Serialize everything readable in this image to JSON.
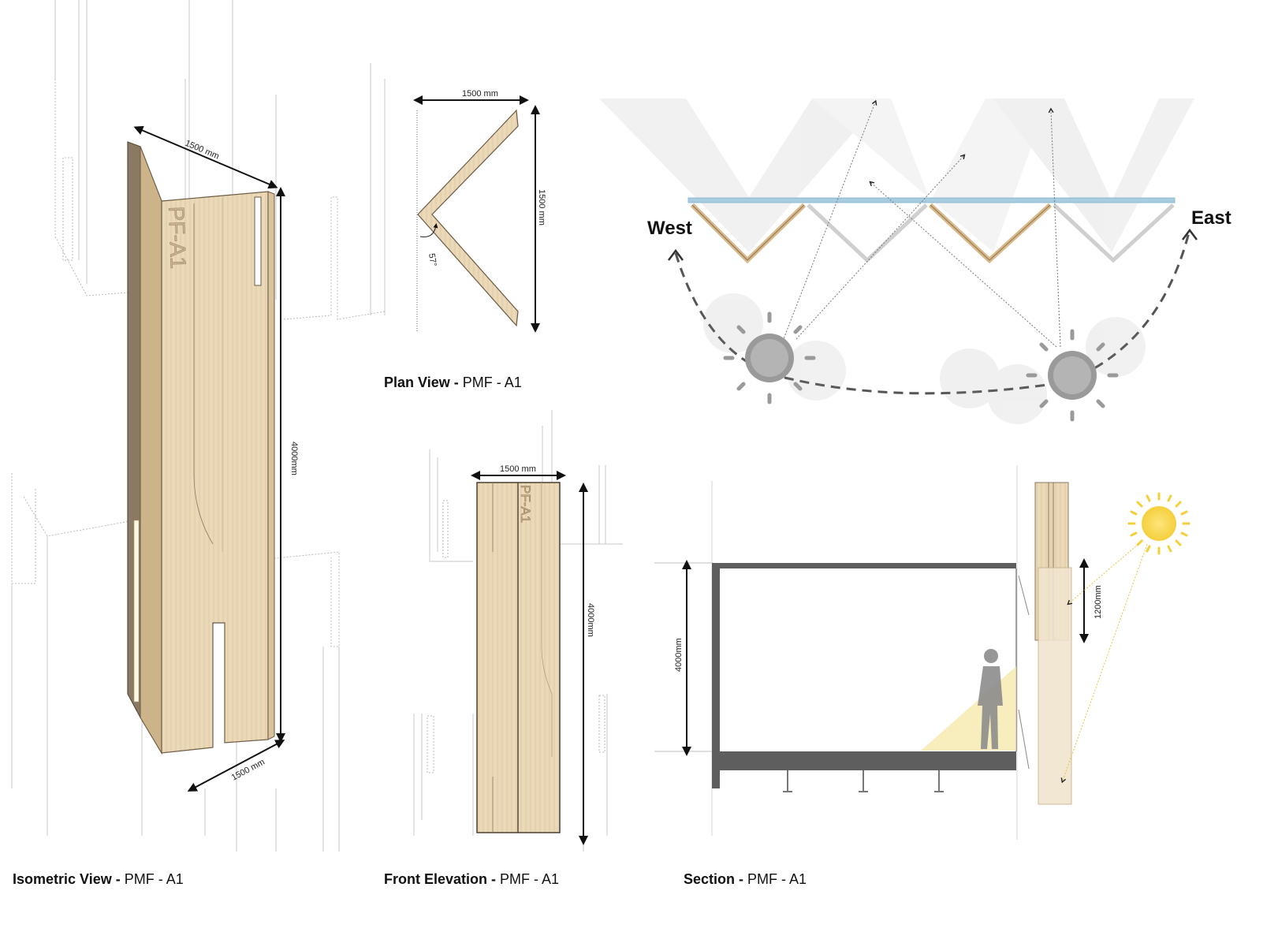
{
  "captions": {
    "isometric": {
      "title": "Isometric View -",
      "sub": "PMF - A1"
    },
    "plan": {
      "title": "Plan View -",
      "sub": "PMF - A1"
    },
    "front": {
      "title": "Front Elevation -",
      "sub": "PMF - A1"
    },
    "section": {
      "title": "Section -",
      "sub": "PMF - A1"
    }
  },
  "isometric": {
    "width_top": "1500 mm",
    "width_bottom": "1500 mm",
    "height": "4000mm",
    "panel_label": "PF-A1"
  },
  "plan": {
    "width": "1500 mm",
    "depth": "1500 mm",
    "angle": "57°"
  },
  "front": {
    "width": "1500 mm",
    "height": "4000mm",
    "panel_label": "PF-A1"
  },
  "sun_diagram": {
    "west": "West",
    "east": "East"
  },
  "section": {
    "room_height": "4000mm",
    "panel_height": "1200mm"
  },
  "colors": {
    "wood": "#e8d6b3",
    "wood_edge": "#c9aa7c",
    "glass": "#a9cde0",
    "sun_grey": "#9a9a9a",
    "sun_yellow": "#f5d44a",
    "slab": "#5e5e5e"
  }
}
